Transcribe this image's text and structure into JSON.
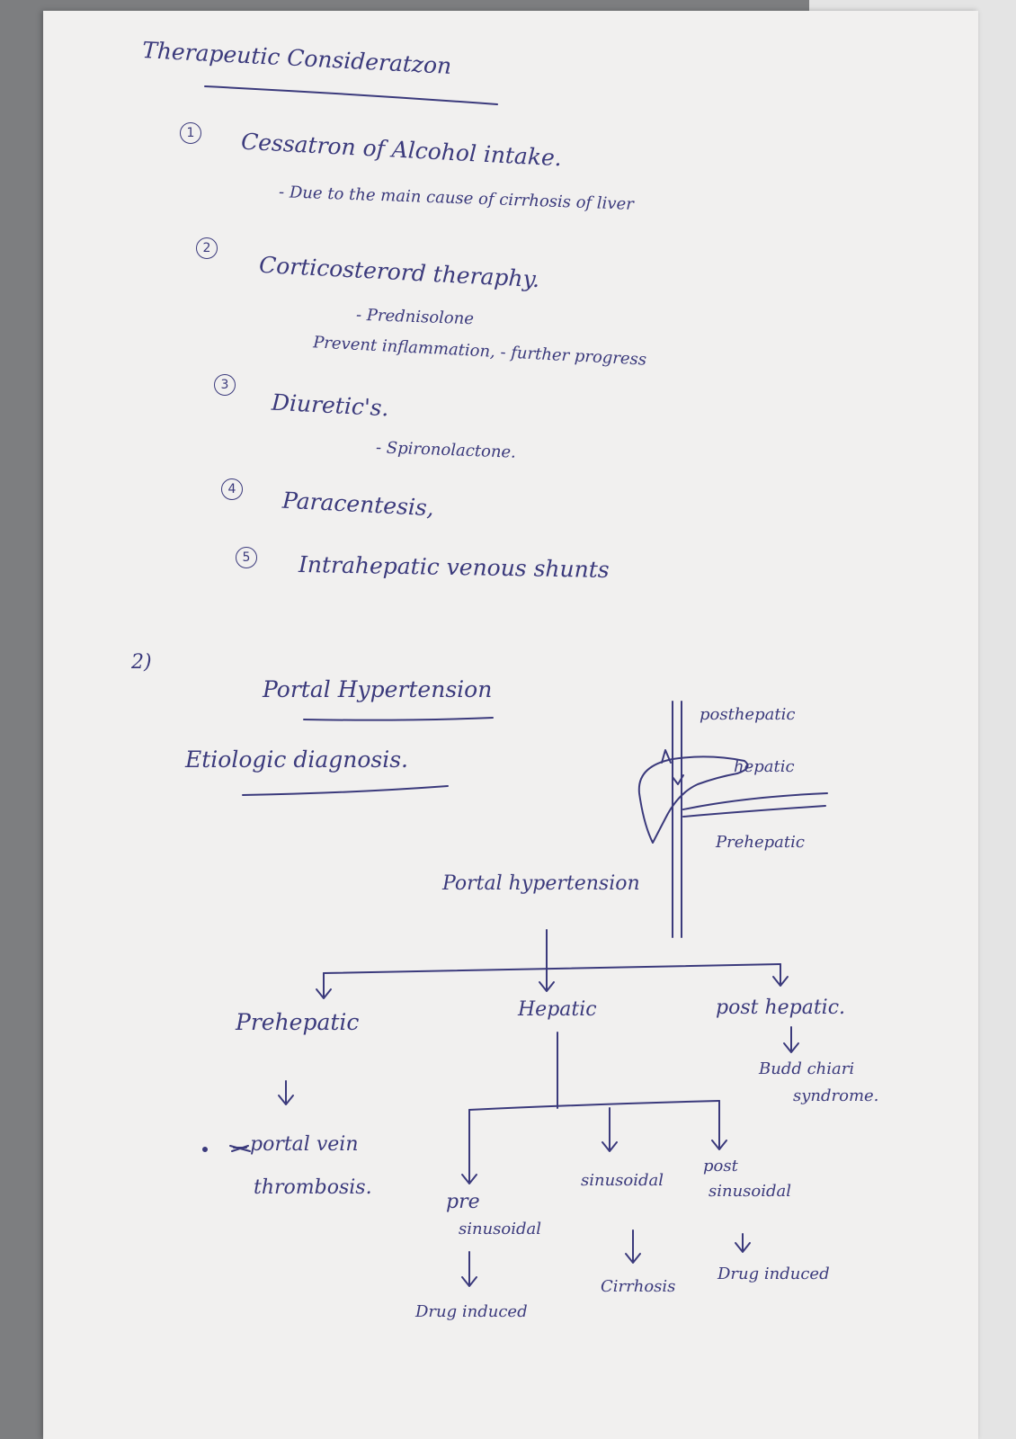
{
  "notes": {
    "heading": "Therapeutic Consideratzon",
    "items": [
      {
        "num": "1",
        "text": "Cessatron of Alcohol intake."
      },
      {
        "num": "2",
        "text": "Corticosterord theraphy."
      },
      {
        "num": "3",
        "text": "Diuretic's."
      },
      {
        "num": "4",
        "text": "Paracentesis,"
      },
      {
        "num": "5",
        "text": "Intrahepatic venous shunts"
      }
    ],
    "subs": [
      "- Due to the main cause of cirrhosis of liver",
      "- Prednisolone",
      "Prevent inflammation, - further progress",
      "- Spironolactone."
    ]
  },
  "section": {
    "number": "2)",
    "title": "Portal Hypertension",
    "etiology": "Etiologic diagnosis."
  },
  "liver_sketch": {
    "labels": [
      "posthepatic",
      "hepatic",
      "Prehepatic"
    ]
  },
  "tree": {
    "root": "Portal hypertension",
    "prehepatic": {
      "label": "Prehepatic",
      "cause_line1": "portal vein",
      "cause_line2": "thrombosis."
    },
    "hepatic": {
      "label": "Hepatic"
    },
    "posthepatic": {
      "label": "post hepatic.",
      "cause_line1": "Budd chiari",
      "cause_line2": "syndrome."
    },
    "presinusoidal": {
      "line1": "pre",
      "line2": "sinusoidal",
      "cause": "Drug induced"
    },
    "sinusoidal": {
      "label": "sinusoidal",
      "cause": "Cirrhosis"
    },
    "postsinusoidal": {
      "line1": "post",
      "line2": "sinusoidal",
      "cause": "Drug induced"
    }
  }
}
